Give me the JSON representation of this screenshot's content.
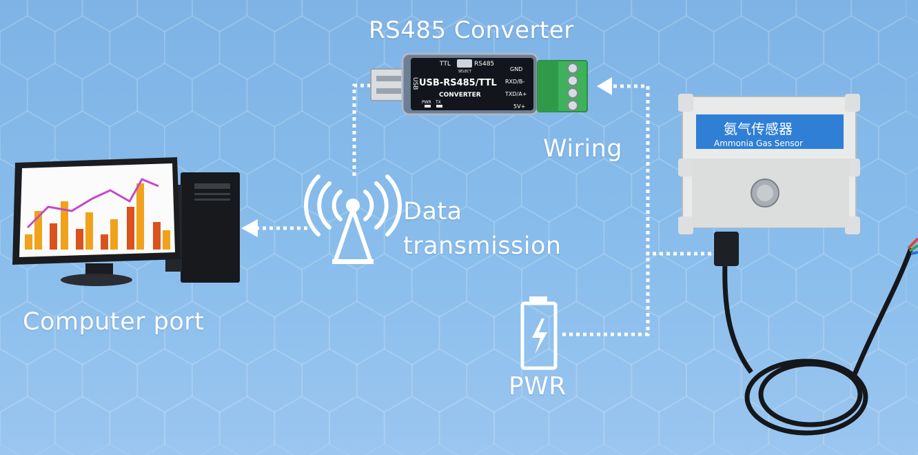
{
  "labels": {
    "converter_title": "RS485 Converter",
    "wiring": "Wiring",
    "data_line1": "Data",
    "data_line2": "transmission",
    "computer": "Computer port",
    "power": "PWR"
  },
  "converter": {
    "model": "USB-RS485/TTL",
    "subtitle": "CONVERTER",
    "mode_left": "TTL",
    "mode_switch": "SELECT",
    "mode_right": "RS485",
    "usb": "USB",
    "pins": [
      "GND",
      "RXD/B-",
      "TXD/A+",
      "5V+"
    ],
    "leds": [
      "PWR",
      "TX"
    ]
  },
  "sensor": {
    "name_cn": "氨气传感器",
    "name_en": "Ammonia Gas Sensor"
  },
  "colors": {
    "background": "#86bbea",
    "connector_line": "#ffffff",
    "terminal_block": "#3fb15a",
    "sensor_label": "#2f7fd6",
    "chart_bars": "#f0a21a",
    "chart_line": "#c447c8"
  }
}
